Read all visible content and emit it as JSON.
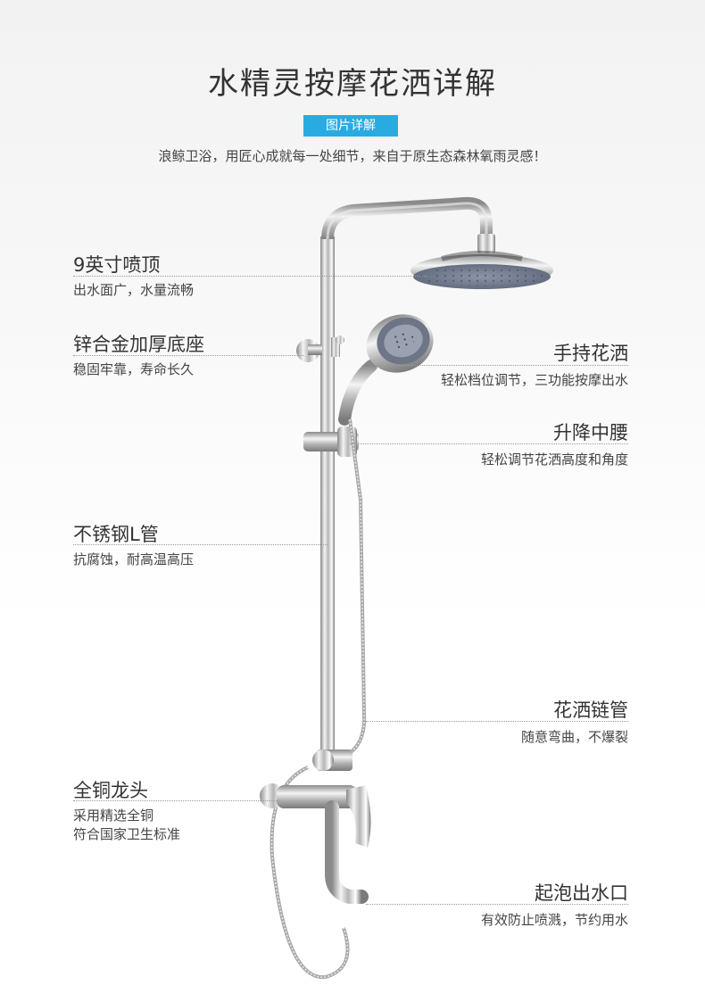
{
  "header": {
    "title": "水精灵按摩花洒详解",
    "badge": "图片详解",
    "slogan": "浪鲸卫浴，用匠心成就每一处细节，来自于原生态森林氧雨灵感！"
  },
  "features": {
    "shower_top": {
      "title": "9英寸喷顶",
      "desc": "出水面广，水量流畅"
    },
    "base": {
      "title": "锌合金加厚底座",
      "desc": "稳固牢靠，寿命长久"
    },
    "hand_shower": {
      "title": "手持花洒",
      "desc": "轻松档位调节，三功能按摩出水"
    },
    "slider": {
      "title": "升降中腰",
      "desc": "轻松调节花洒高度和角度"
    },
    "pipe": {
      "title": "不锈钢L管",
      "desc": "抗腐蚀，耐高温高压"
    },
    "hose": {
      "title": "花洒链管",
      "desc": "随意弯曲，不爆裂"
    },
    "faucet": {
      "title": "全铜龙头",
      "desc_line1": "采用精选全铜",
      "desc_line2": "符合国家卫生标准"
    },
    "spout": {
      "title": "起泡出水口",
      "desc": "有效防止喷溅，节约用水"
    }
  },
  "colors": {
    "accent": "#29abe2",
    "chrome": "#c8c8c8",
    "shower_face": "#6b7486"
  }
}
